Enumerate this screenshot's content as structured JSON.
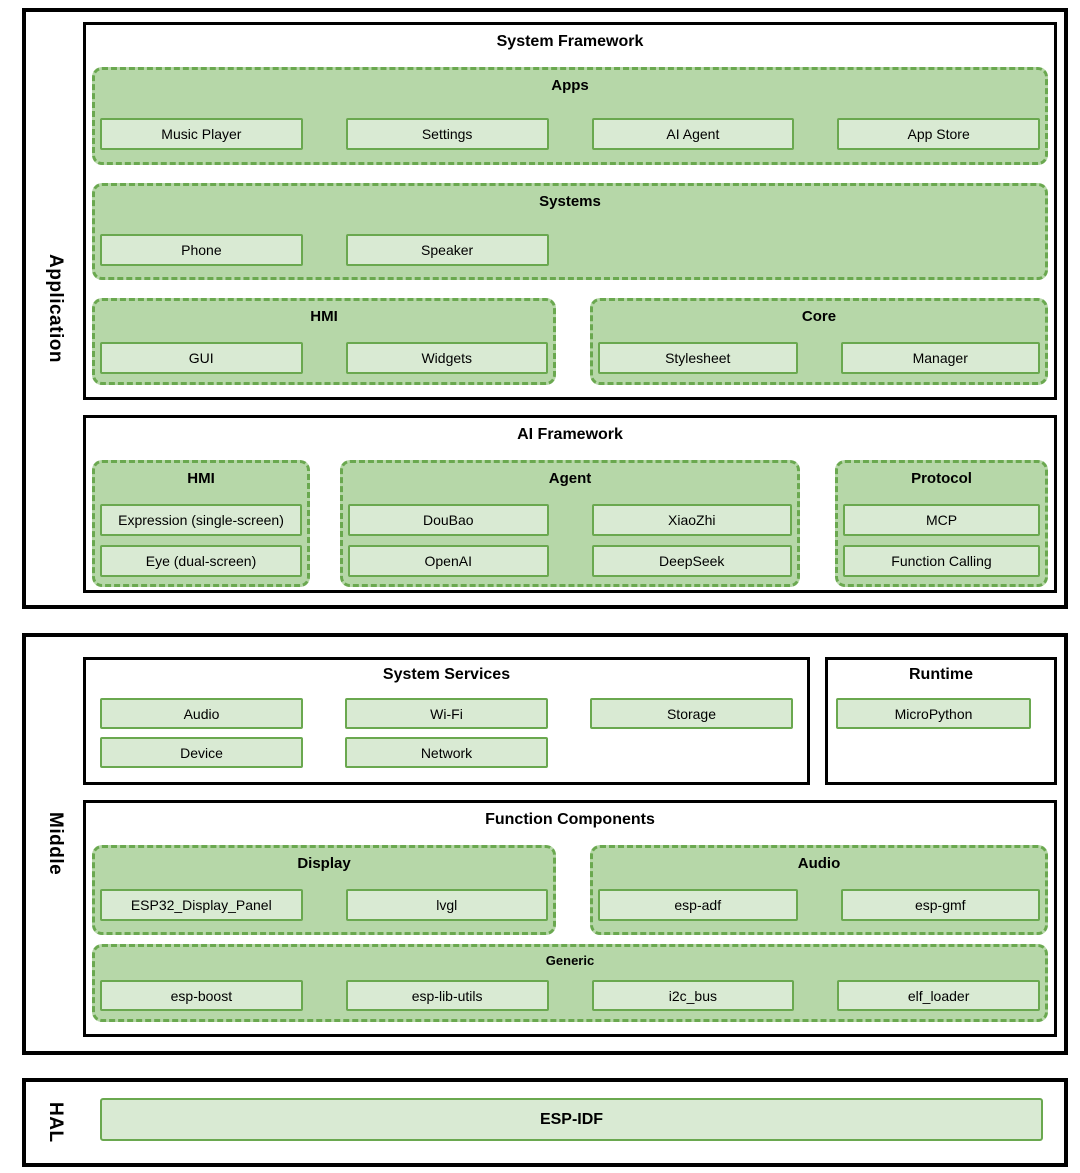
{
  "colors": {
    "group_fill": "#b6d7a8",
    "chip_fill": "#d9ead3",
    "green_border": "#6aa84f",
    "frame_border": "#000000"
  },
  "layers": {
    "application": {
      "label": "Application",
      "system_framework": {
        "title": "System Framework",
        "groups": [
          {
            "title": "Apps",
            "items": [
              "Music Player",
              "Settings",
              "AI Agent",
              "App Store"
            ]
          },
          {
            "title": "Systems",
            "items": [
              "Phone",
              "Speaker"
            ]
          },
          {
            "title": "HMI",
            "items": [
              "GUI",
              "Widgets"
            ]
          },
          {
            "title": "Core",
            "items": [
              "Stylesheet",
              "Manager"
            ]
          }
        ]
      },
      "ai_framework": {
        "title": "AI Framework",
        "groups": [
          {
            "title": "HMI",
            "items": [
              "Expression (single-screen)",
              "Eye (dual-screen)"
            ]
          },
          {
            "title": "Agent",
            "items": [
              "DouBao",
              "XiaoZhi",
              "OpenAI",
              "DeepSeek"
            ]
          },
          {
            "title": "Protocol",
            "items": [
              "MCP",
              "Function Calling"
            ]
          }
        ]
      }
    },
    "middle": {
      "label": "Middle",
      "system_services": {
        "title": "System Services",
        "items": [
          "Audio",
          "Wi-Fi",
          "Storage",
          "Device",
          "Network"
        ]
      },
      "runtime": {
        "title": "Runtime",
        "items": [
          "MicroPython"
        ]
      },
      "function_components": {
        "title": "Function Components",
        "groups": [
          {
            "title": "Display",
            "items": [
              "ESP32_Display_Panel",
              "lvgl"
            ]
          },
          {
            "title": "Audio",
            "items": [
              "esp-adf",
              "esp-gmf"
            ]
          },
          {
            "title": "Generic",
            "items": [
              "esp-boost",
              "esp-lib-utils",
              "i2c_bus",
              "elf_loader"
            ]
          }
        ]
      }
    },
    "hal": {
      "label": "HAL",
      "item": "ESP-IDF"
    }
  }
}
